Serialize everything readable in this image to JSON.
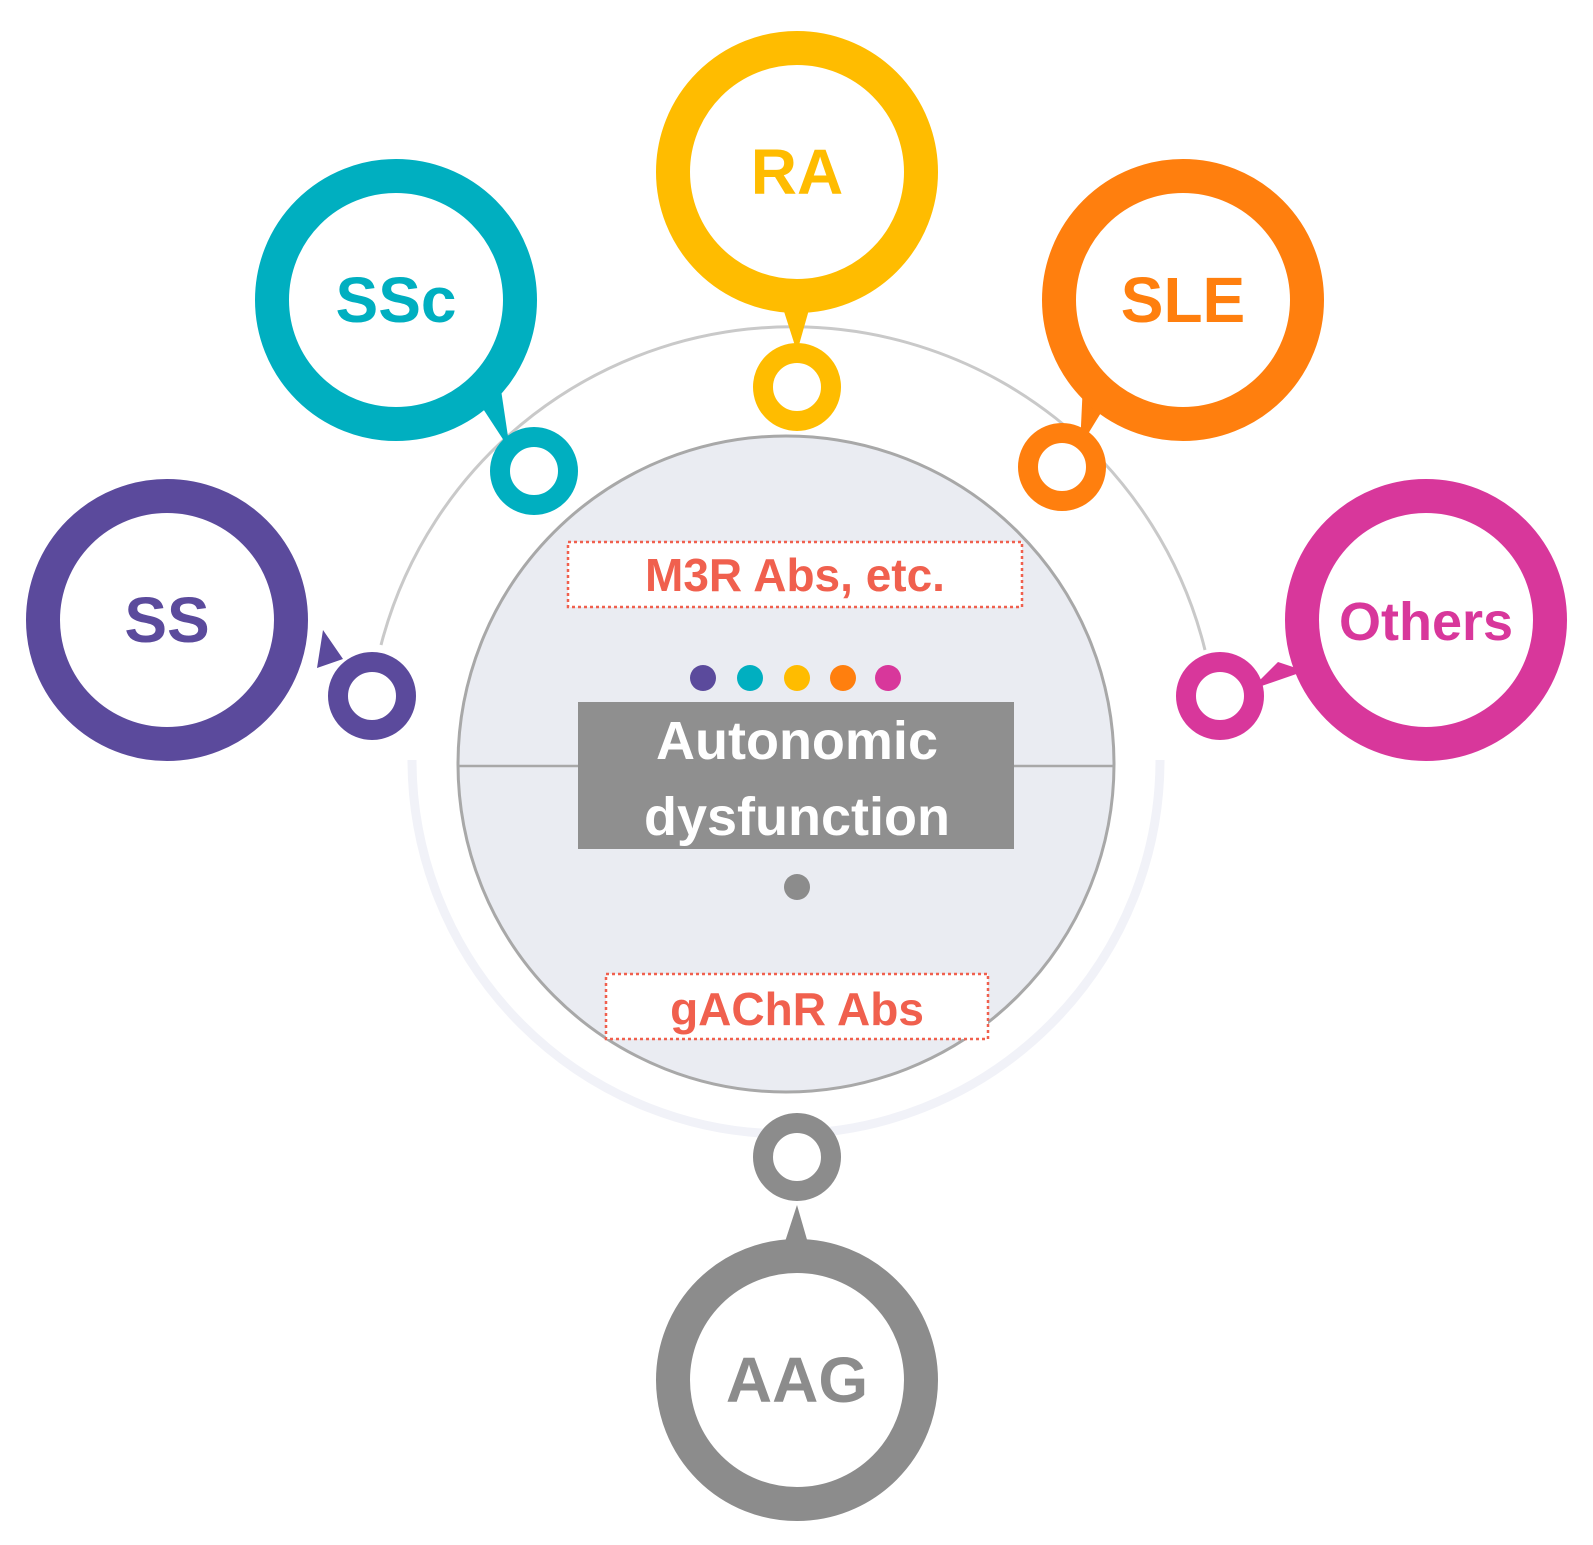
{
  "center": {
    "top_label": "M3R Abs, etc.",
    "title_line1": "Autonomic",
    "title_line2": "dysfunction",
    "bottom_label": "gAChR Abs",
    "fill_color": "#eaecf2",
    "title_box_color": "#8f8f8f",
    "ab_label_color": "#f0604e",
    "dot_colors": [
      "#5b4a9c",
      "#00afc0",
      "#ffbc00",
      "#ff7f0e",
      "#d8379b"
    ],
    "bottom_dot_color": "#8c8c8c"
  },
  "nodes": [
    {
      "id": "ss",
      "label": "SS",
      "color": "#5b4a9c"
    },
    {
      "id": "ssc",
      "label": "SSc",
      "color": "#00afc0"
    },
    {
      "id": "ra",
      "label": "RA",
      "color": "#ffbc00"
    },
    {
      "id": "sle",
      "label": "SLE",
      "color": "#ff7f0e"
    },
    {
      "id": "others",
      "label": "Others",
      "color": "#d8379b"
    },
    {
      "id": "aag",
      "label": "AAG",
      "color": "#8c8c8c"
    }
  ]
}
